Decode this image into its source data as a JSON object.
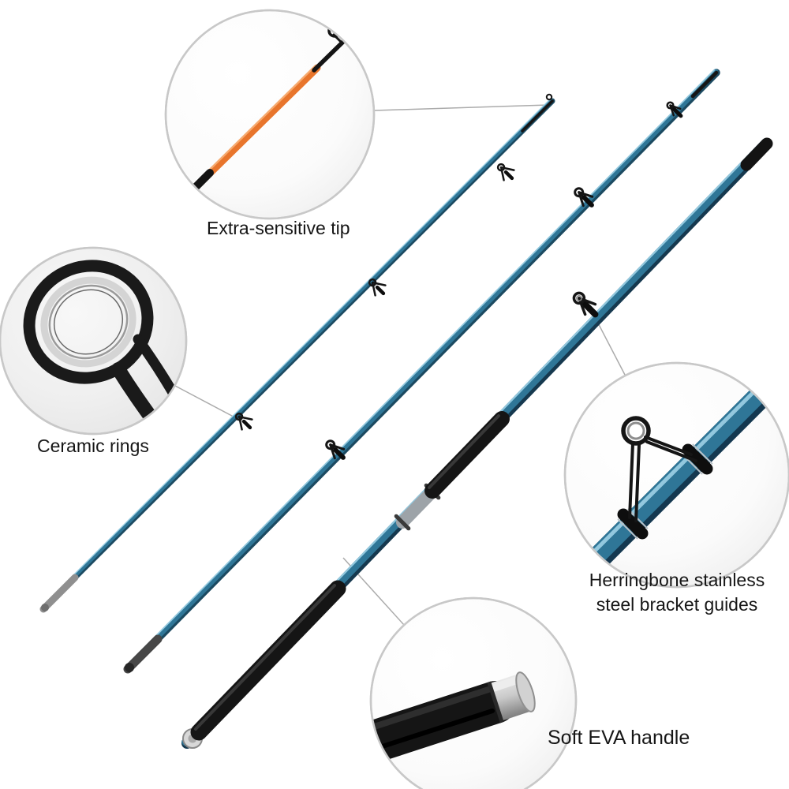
{
  "annotations": {
    "tip": {
      "label": "Extra-sensitive tip"
    },
    "ceramic": {
      "label": "Ceramic rings"
    },
    "bracket": {
      "line1": "Herringbone stainless",
      "line2": "steel bracket guides"
    },
    "eva": {
      "label": "Soft EVA handle"
    }
  },
  "colors": {
    "background": "#ffffff",
    "text": "#161616",
    "rod_blue": "#2f7697",
    "rod_blue_dark": "#1c4a61",
    "rod_blue_light": "#9fd2e6",
    "tip_orange": "#e8752c",
    "foam_black": "#151515",
    "chrome": "#c9c9c9",
    "callout_ring": "#c8c8c8",
    "connector": "#ababab"
  }
}
